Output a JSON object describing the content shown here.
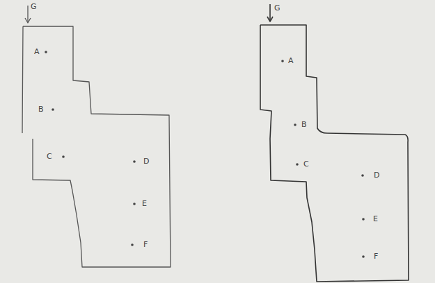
{
  "diagram": {
    "labels": [
      "G",
      "A",
      "B",
      "C",
      "D",
      "E",
      "F",
      "G",
      "A",
      "B",
      "C",
      "D",
      "E",
      "F"
    ]
  }
}
